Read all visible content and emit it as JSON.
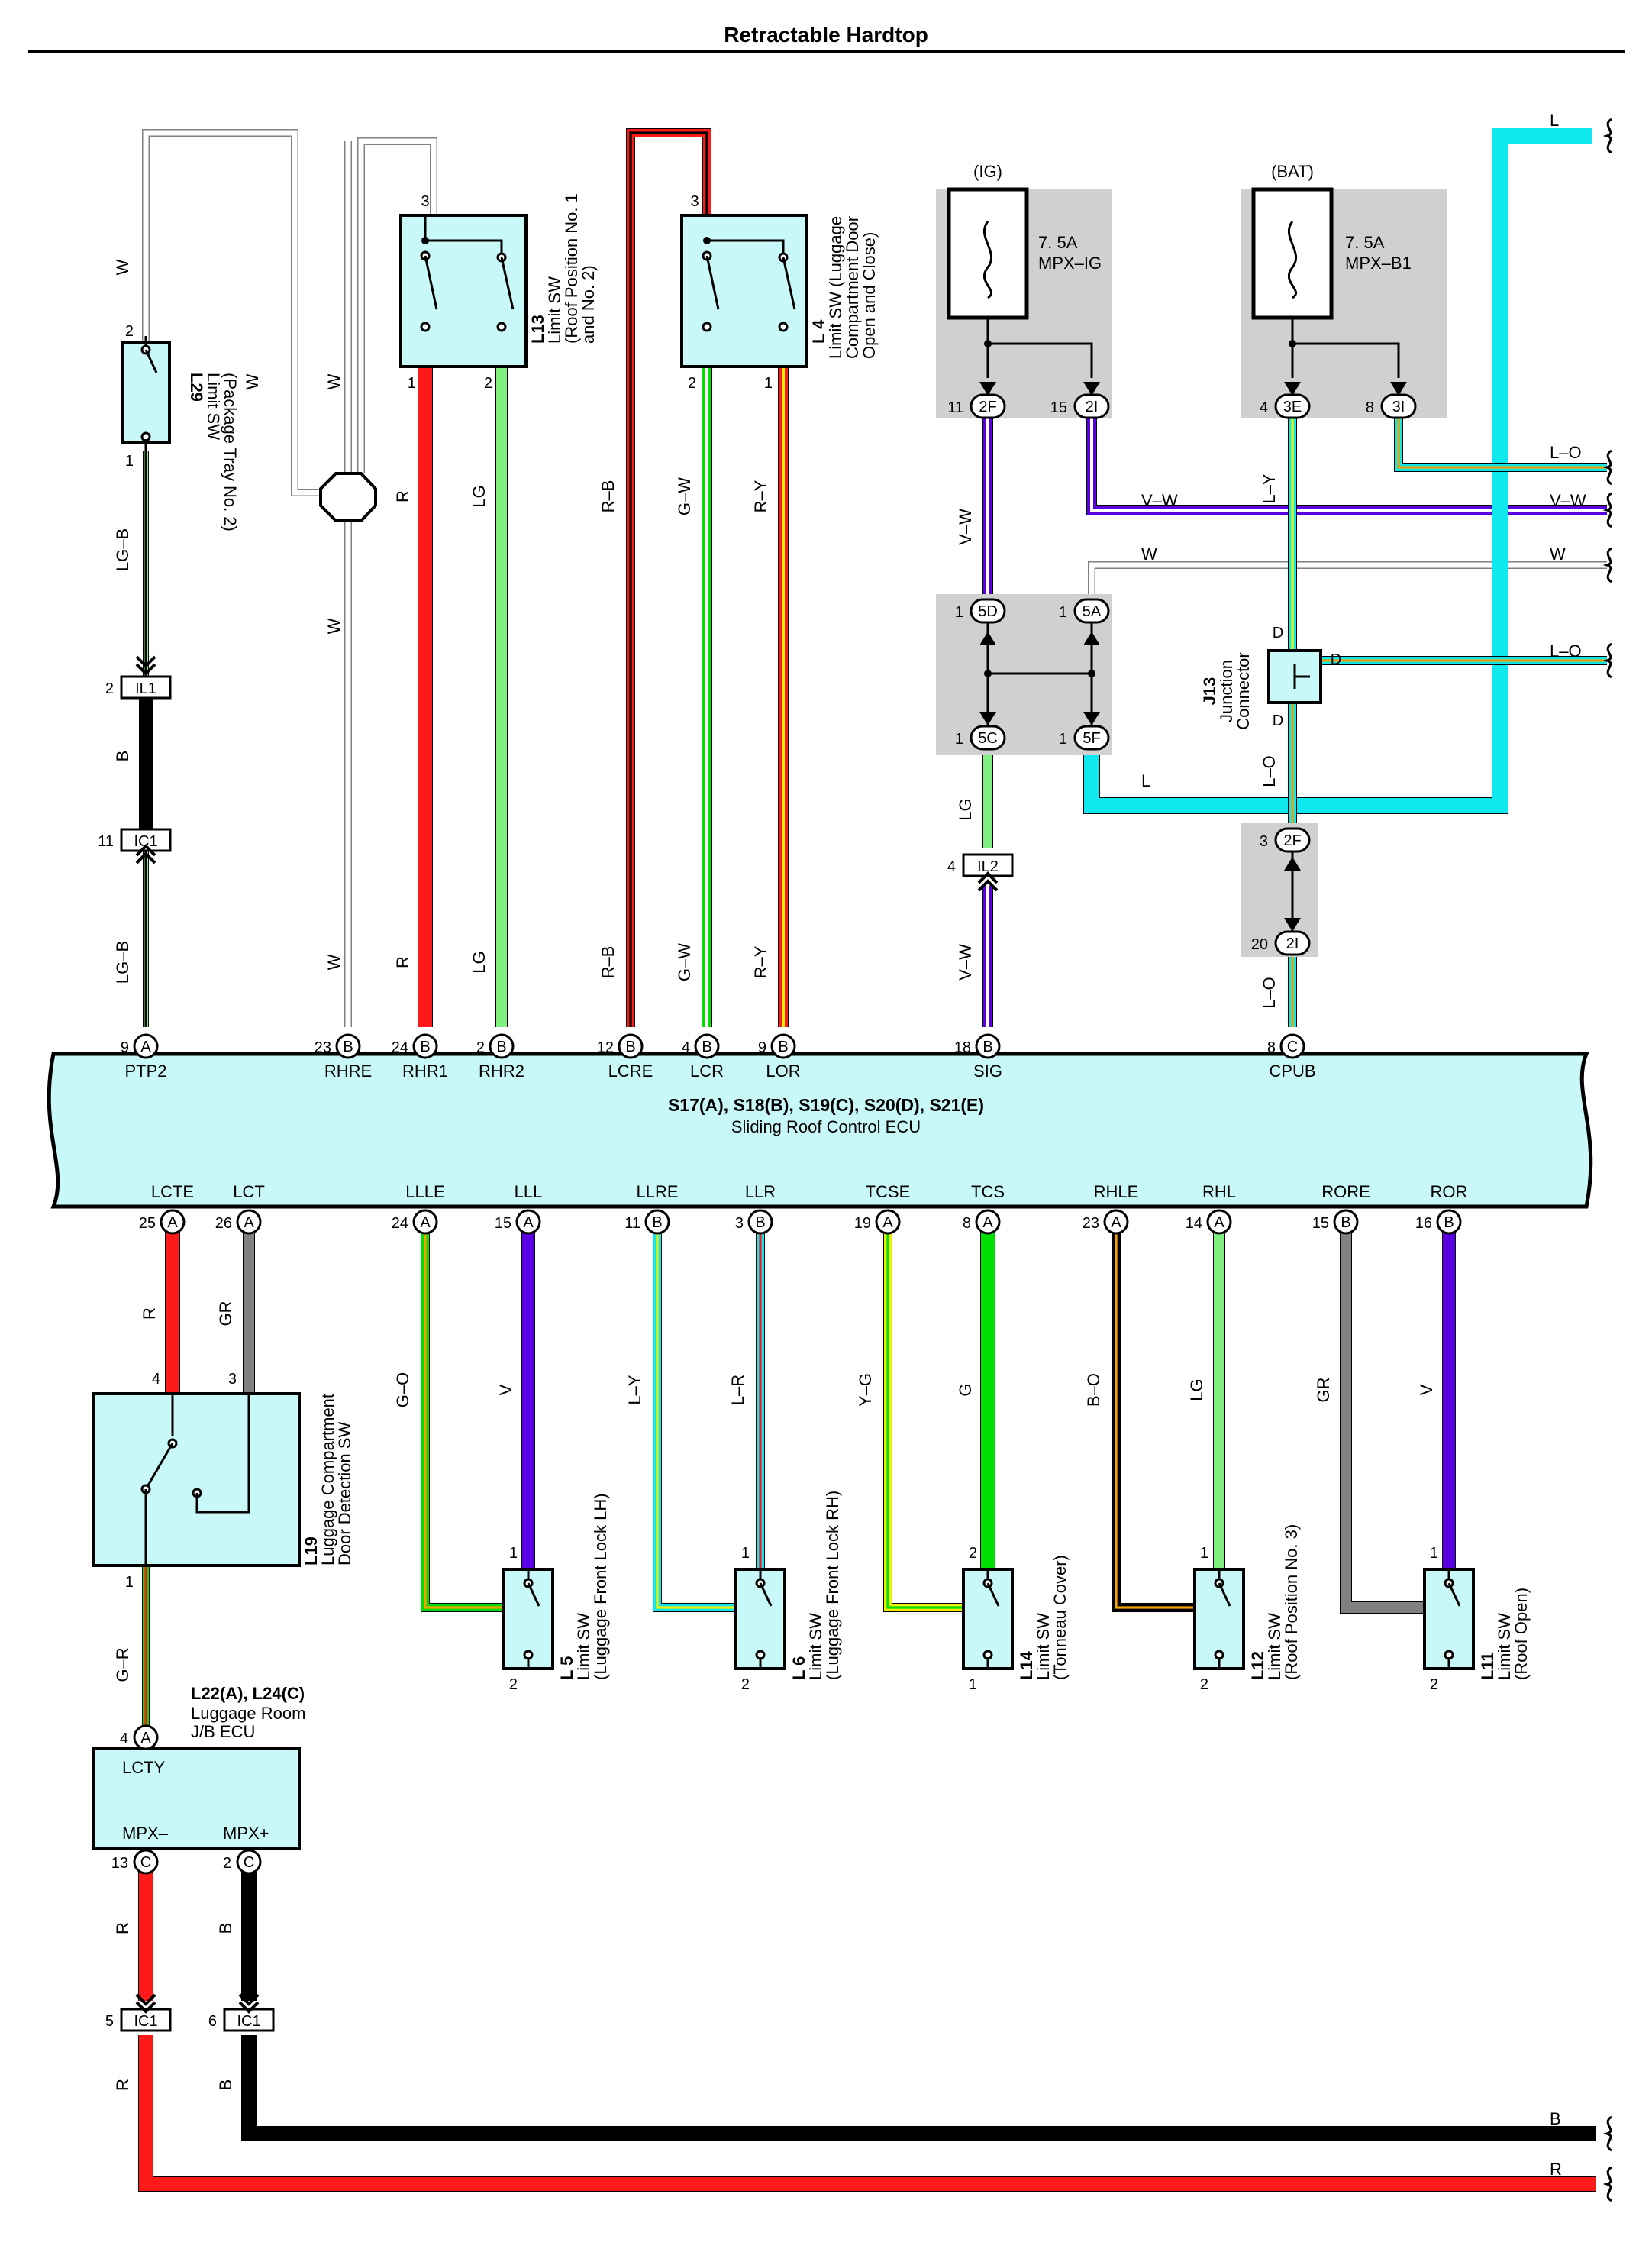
{
  "title": "Retractable Hardtop",
  "colors": {
    "W": "#ffffff",
    "R": "#ff1a1a",
    "LG": "#80f080",
    "G": "#00e000",
    "B": "#000000",
    "GR": "#808080",
    "V": "#5a00e0",
    "L": "#10e8f0",
    "Y": "#f0f000",
    "O": "#f0a000",
    "component_fill": "#c8f8f8",
    "fuse_box_fill": "#d0d0d0"
  },
  "ecu": {
    "title": "S17(A), S18(B), S19(C), S20(D), S21(E)",
    "subtitle": "Sliding Roof Control ECU",
    "top_terminals": [
      {
        "pin": "9",
        "conn": "A",
        "name": "PTP2"
      },
      {
        "pin": "23",
        "conn": "B",
        "name": "RHRE"
      },
      {
        "pin": "24",
        "conn": "B",
        "name": "RHR1"
      },
      {
        "pin": "2",
        "conn": "B",
        "name": "RHR2"
      },
      {
        "pin": "12",
        "conn": "B",
        "name": "LCRE"
      },
      {
        "pin": "4",
        "conn": "B",
        "name": "LCR"
      },
      {
        "pin": "9",
        "conn": "B",
        "name": "LOR"
      },
      {
        "pin": "18",
        "conn": "B",
        "name": "SIG"
      },
      {
        "pin": "8",
        "conn": "C",
        "name": "CPUB"
      }
    ],
    "bottom_terminals": [
      {
        "pin": "25",
        "conn": "A",
        "name": "LCTE"
      },
      {
        "pin": "26",
        "conn": "A",
        "name": "LCT"
      },
      {
        "pin": "24",
        "conn": "A",
        "name": "LLLE"
      },
      {
        "pin": "15",
        "conn": "A",
        "name": "LLL"
      },
      {
        "pin": "11",
        "conn": "B",
        "name": "LLRE"
      },
      {
        "pin": "3",
        "conn": "B",
        "name": "LLR"
      },
      {
        "pin": "19",
        "conn": "A",
        "name": "TCSE"
      },
      {
        "pin": "8",
        "conn": "A",
        "name": "TCS"
      },
      {
        "pin": "23",
        "conn": "A",
        "name": "RHLE"
      },
      {
        "pin": "14",
        "conn": "A",
        "name": "RHL"
      },
      {
        "pin": "15",
        "conn": "B",
        "name": "RORE"
      },
      {
        "pin": "16",
        "conn": "B",
        "name": "ROR"
      }
    ]
  },
  "components": {
    "L29": {
      "code": "L29",
      "line1": "Limit SW",
      "line2": "(Package Tray No. 2)",
      "pin_top": "2",
      "pin_bottom": "1"
    },
    "L13": {
      "code": "L13",
      "line1": "Limit SW",
      "line2": "(Roof Position No. 1",
      "line3": "and No. 2)",
      "pin_top": "3",
      "pin_a": "1",
      "pin_b": "2"
    },
    "L4": {
      "code": "L 4",
      "line1": "Limit SW (Luggage",
      "line2": "Compartment Door",
      "line3": "Open and Close)",
      "pin_top": "3",
      "pin_a": "2",
      "pin_b": "1"
    },
    "L19": {
      "code": "L19",
      "line1": "Luggage Compartment",
      "line2": "Door Detection SW",
      "pin_a": "4",
      "pin_b": "3",
      "pin_bottom": "1"
    },
    "L5": {
      "code": "L 5",
      "line1": "Limit SW",
      "line2": "(Luggage Front Lock LH)",
      "pin_top": "1",
      "pin_bottom": "2"
    },
    "L6": {
      "code": "L 6",
      "line1": "Limit SW",
      "line2": "(Luggage Front Lock RH)",
      "pin_top": "1",
      "pin_bottom": "2"
    },
    "L14": {
      "code": "L14",
      "line1": "Limit SW",
      "line2": "(Tonneau Cover)",
      "pin_top": "2",
      "pin_bottom": "1"
    },
    "L12": {
      "code": "L12",
      "line1": "Limit SW",
      "line2": "(Roof Position No. 3)",
      "pin_top": "1",
      "pin_bottom": "2"
    },
    "L11": {
      "code": "L11",
      "line1": "Limit SW",
      "line2": "(Roof Open)",
      "pin_top": "1",
      "pin_bottom": "2"
    },
    "J13": {
      "code": "J13",
      "line1": "Junction",
      "line2": "Connector",
      "pin": "D"
    },
    "JB": {
      "title": "L22(A), L24(C)",
      "line1": "Luggage Room",
      "line2": "J/B ECU",
      "term_top": "LCTY",
      "term_a": "MPX–",
      "term_b": "MPX+",
      "pin_top": "4",
      "conn_top": "A",
      "pin_a": "13",
      "pin_b": "2",
      "conn_ab": "C"
    }
  },
  "fuses": {
    "ig": {
      "header": "(IG)",
      "rating": "7. 5A",
      "name": "MPX–IG"
    },
    "bat": {
      "header": "(BAT)",
      "rating": "7. 5A",
      "name": "MPX–B1"
    }
  },
  "connectors": {
    "jb_pins": [
      {
        "pin": "11",
        "conn": "2F"
      },
      {
        "pin": "15",
        "conn": "2I"
      },
      {
        "pin": "4",
        "conn": "3E"
      },
      {
        "pin": "8",
        "conn": "3I"
      },
      {
        "pin": "1",
        "conn": "5D"
      },
      {
        "pin": "1",
        "conn": "5A"
      },
      {
        "pin": "1",
        "conn": "5C"
      },
      {
        "pin": "1",
        "conn": "5F"
      },
      {
        "pin": "3",
        "conn": "2F"
      },
      {
        "pin": "20",
        "conn": "2I"
      }
    ],
    "inline": [
      {
        "pin": "2",
        "label": "IL1"
      },
      {
        "pin": "11",
        "label": "IC1"
      },
      {
        "pin": "4",
        "label": "IL2"
      },
      {
        "pin": "5",
        "label": "IC1"
      },
      {
        "pin": "6",
        "label": "IC1"
      }
    ],
    "j13_letters": [
      "D",
      "D",
      "D"
    ]
  },
  "wire_labels": {
    "w": "W",
    "lgb": "LG–B",
    "r": "R",
    "lg": "LG",
    "rb": "R–B",
    "gw": "G–W",
    "ry": "R–Y",
    "vw": "V–W",
    "ly": "L–Y",
    "lo": "L–O",
    "l": "L",
    "b": "B",
    "gr": "GR",
    "go": "G–O",
    "v": "V",
    "lr": "L–R",
    "yg": "Y–G",
    "g": "G",
    "bo": "B–O",
    "gre": "G–R"
  }
}
